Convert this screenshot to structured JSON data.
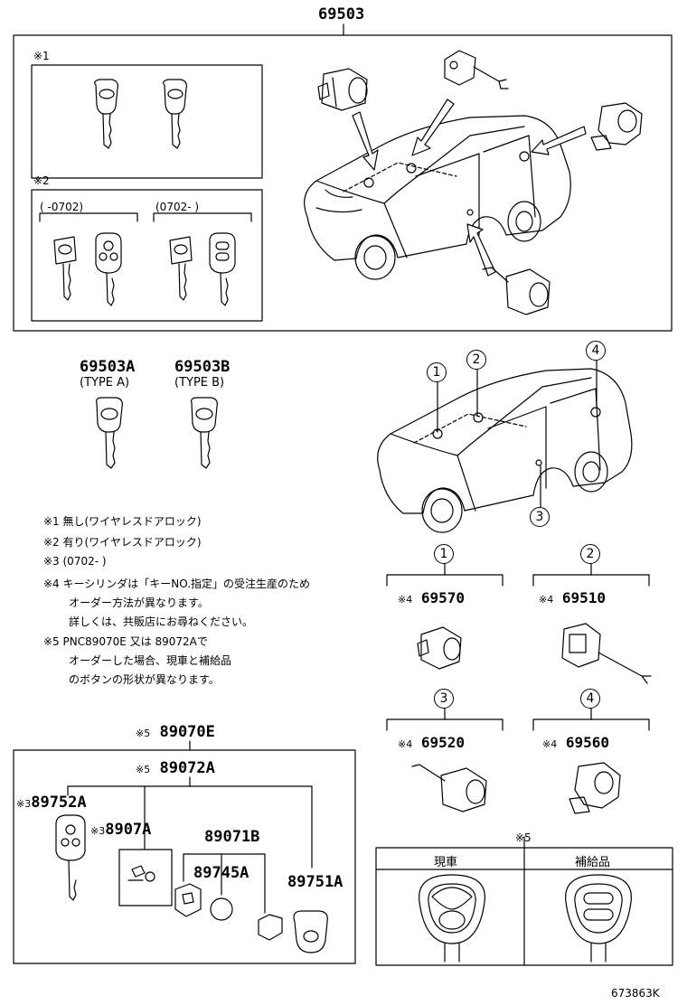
{
  "main_part": "69503",
  "group1_mark": "※1",
  "group2_mark": "※2",
  "range_before": "(    -0702)",
  "range_after": "(0702-    )",
  "type_a": {
    "part": "69503A",
    "label": "(TYPE A)"
  },
  "type_b": {
    "part": "69503B",
    "label": "(TYPE B)"
  },
  "notes": [
    "※1 無し(ワイヤレスドアロック)",
    "※2 有り(ワイヤレスドアロック)",
    "※3 (0702-     )",
    "※4 キーシリンダは「キーNO.指定」の受注生産のため",
    "オーダー方法が異なります。",
    "詳しくは、共販店にお尋ねください。",
    "※5 PNC89070E  又は  89072Aで",
    "オーダーした場合、現車と補給品",
    "のボタンの形状が異なります。"
  ],
  "callouts": [
    "1",
    "2",
    "3",
    "4"
  ],
  "cylinders": [
    {
      "idx": "1",
      "mark": "※4",
      "part": "69570"
    },
    {
      "idx": "2",
      "mark": "※4",
      "part": "69510"
    },
    {
      "idx": "3",
      "mark": "※4",
      "part": "69520"
    },
    {
      "idx": "4",
      "mark": "※4",
      "part": "69560"
    }
  ],
  "remote": {
    "top_mark": "※5",
    "top_part": "89070E",
    "sub_mark": "※5",
    "sub_part": "89072A",
    "key_mark": "※3",
    "key_part": "89752A",
    "tx_mark": "※3",
    "tx_part": "8907A",
    "case_part": "89071B",
    "battery_part": "89745A",
    "shell_part": "89751A"
  },
  "compare": {
    "mark": "※5",
    "col_current": "現車",
    "col_supply": "補給品"
  },
  "figure_id": "673863K"
}
